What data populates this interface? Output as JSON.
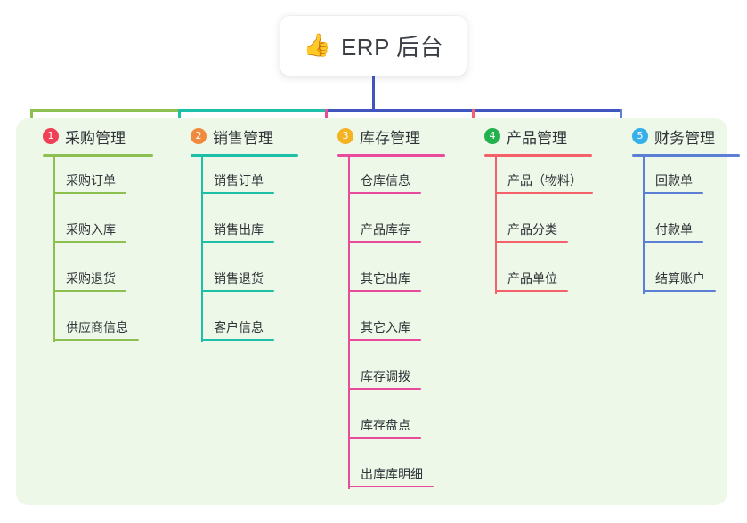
{
  "root": {
    "icon": "thumbs-up-icon",
    "emoji": "👍",
    "title": "ERP 后台"
  },
  "palette": {
    "background": "#ffffff",
    "panel": "#eef8e9",
    "stem": "#4055c0",
    "text": "#303438"
  },
  "columns": [
    {
      "number": "1",
      "title": "采购管理",
      "badge_color": "#ef4056",
      "line_color": "#8cc152",
      "items": [
        {
          "label": "采购订单"
        },
        {
          "label": "采购入库"
        },
        {
          "label": "采购退货"
        },
        {
          "label": "供应商信息"
        }
      ]
    },
    {
      "number": "2",
      "title": "销售管理",
      "badge_color": "#f08a3c",
      "line_color": "#1dbfa6",
      "items": [
        {
          "label": "销售订单"
        },
        {
          "label": "销售出库"
        },
        {
          "label": "销售退货"
        },
        {
          "label": "客户信息"
        }
      ]
    },
    {
      "number": "3",
      "title": "库存管理",
      "badge_color": "#f5b223",
      "line_color": "#e84b9c",
      "items": [
        {
          "label": "仓库信息"
        },
        {
          "label": "产品库存"
        },
        {
          "label": "其它出库"
        },
        {
          "label": "其它入库"
        },
        {
          "label": "库存调拨"
        },
        {
          "label": "库存盘点"
        },
        {
          "label": "出库库明细"
        }
      ]
    },
    {
      "number": "4",
      "title": "产品管理",
      "badge_color": "#22b14c",
      "line_color": "#f4616a",
      "items": [
        {
          "label": "产品（物料）"
        },
        {
          "label": "产品分类"
        },
        {
          "label": "产品单位"
        }
      ]
    },
    {
      "number": "5",
      "title": "财务管理",
      "badge_color": "#36b0e8",
      "line_color": "#5b7fd4",
      "items": [
        {
          "label": "回款单"
        },
        {
          "label": "付款单"
        },
        {
          "label": "结算账户"
        }
      ]
    }
  ]
}
